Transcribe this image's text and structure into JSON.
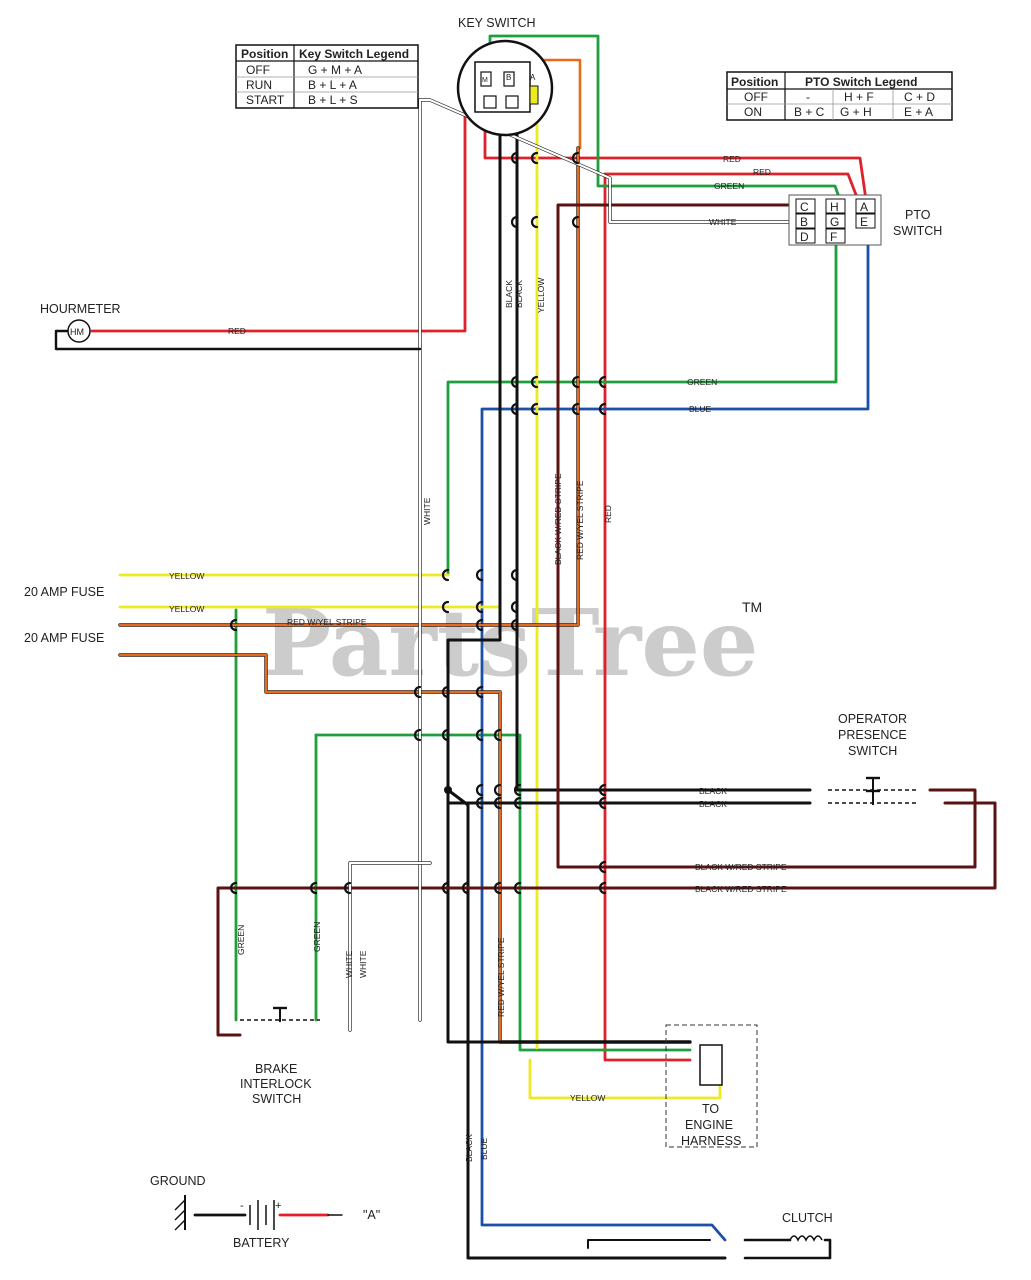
{
  "title": "",
  "components": {
    "key_switch": "KEY SWITCH",
    "pto_switch": [
      "PTO",
      "SWITCH"
    ],
    "hourmeter": "HOURMETER",
    "hourmeter_symbol": "HM",
    "fuse_1": "20 AMP FUSE",
    "fuse_2": "20 AMP FUSE",
    "operator_presence_switch": [
      "OPERATOR",
      "PRESENCE",
      "SWITCH"
    ],
    "brake_interlock_switch": [
      "BRAKE",
      "INTERLOCK",
      "SWITCH"
    ],
    "engine_harness": [
      "TO",
      "ENGINE",
      "HARNESS"
    ],
    "ground": "GROUND",
    "battery": "BATTERY",
    "battery_neg": "-",
    "battery_pos": "+",
    "battery_ref": "\"A\"",
    "clutch": "CLUTCH"
  },
  "key_switch_terminals": [
    "A",
    "B",
    "M"
  ],
  "pto_terminals": [
    [
      "C",
      "H",
      "A"
    ],
    [
      "B",
      "G",
      "E"
    ],
    [
      "D",
      "F",
      ""
    ]
  ],
  "key_switch_legend": {
    "headers": [
      "Position",
      "Key Switch Legend"
    ],
    "rows": [
      [
        "OFF",
        "G + M + A"
      ],
      [
        "RUN",
        "B + L + A"
      ],
      [
        "START",
        "B + L + S"
      ]
    ]
  },
  "pto_switch_legend": {
    "headers": [
      "Position",
      "PTO Switch Legend"
    ],
    "rows": [
      [
        "OFF",
        "-",
        "H + F",
        "C + D"
      ],
      [
        "ON",
        "B + C",
        "G + H",
        "E + A"
      ]
    ]
  },
  "wire_labels": {
    "red": "RED",
    "green": "GREEN",
    "white": "WHITE",
    "blue": "BLUE",
    "yellow": "YELLOW",
    "black": "BLACK",
    "black_red": "BLACK W/RED STRIPE",
    "red_yel": "RED W/YEL STRIPE"
  },
  "watermark": "PartsTree",
  "watermark_tm": "TM",
  "colors": {
    "red": "#e0202a",
    "green": "#1e9e3c",
    "yellow": "#eeea22",
    "blue": "#1c4fa8",
    "orange": "#e86a1c",
    "maroon": "#5a1212",
    "black": "#111111",
    "gray": "#777777",
    "watermark": "#c8c8c8"
  }
}
